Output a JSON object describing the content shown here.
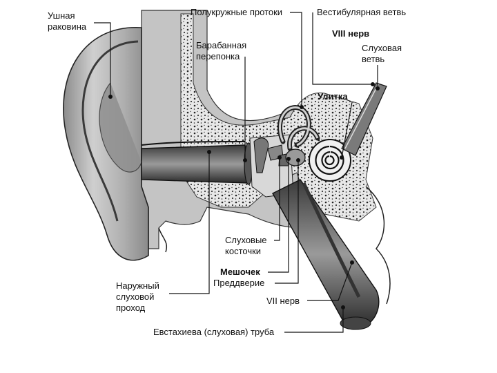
{
  "labels": {
    "auricle": [
      "Ушная",
      "раковина"
    ],
    "semicircular_canals": "Полукружные протоки",
    "vestibular_branch": "Вестибулярная ветвь",
    "nerve_viii": "VIII нерв",
    "eardrum": [
      "Барабанная",
      "перепонка"
    ],
    "cochlear_branch": [
      "Слуховая",
      "ветвь"
    ],
    "cochlea": "Улитка",
    "ossicles": [
      "Слуховые",
      "косточки"
    ],
    "saccule": "Мешочек",
    "vestibule": "Преддверие",
    "external_canal": [
      "Наружный",
      "слуховой",
      "проход"
    ],
    "nerve_vii": "VII нерв",
    "eustachian_tube": "Евстахиева (слуховая) труба"
  },
  "palette": {
    "ink": "#111111",
    "skin": "#d9d9d9",
    "skin_dark": "#9a9a9a",
    "bone": "#bdbdbd",
    "bg": "#ffffff"
  }
}
